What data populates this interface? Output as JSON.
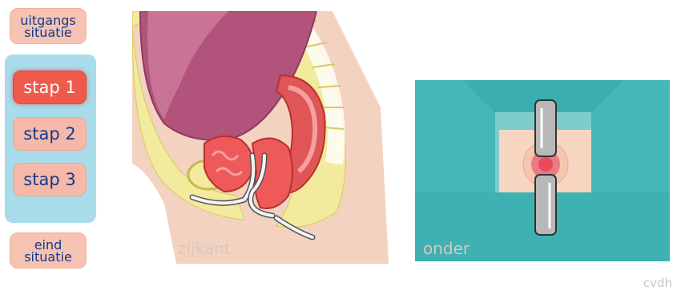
{
  "nav": {
    "start_label_line1": "uitgangs",
    "start_label_line2": "situatie",
    "steps": [
      {
        "label": "stap 1",
        "active": true
      },
      {
        "label": "stap 2",
        "active": false
      },
      {
        "label": "stap 3",
        "active": false
      }
    ],
    "end_label_line1": "eind",
    "end_label_line2": "situatie"
  },
  "views": {
    "side_label": "zijkant",
    "bottom_label": "onder"
  },
  "credit": "cvdh",
  "colors": {
    "panel": "#a8dcea",
    "button": "#f6b8a8",
    "button_active": "#ef5a4c",
    "button_text": "#123a8c",
    "teal": "#3aaeb0"
  }
}
